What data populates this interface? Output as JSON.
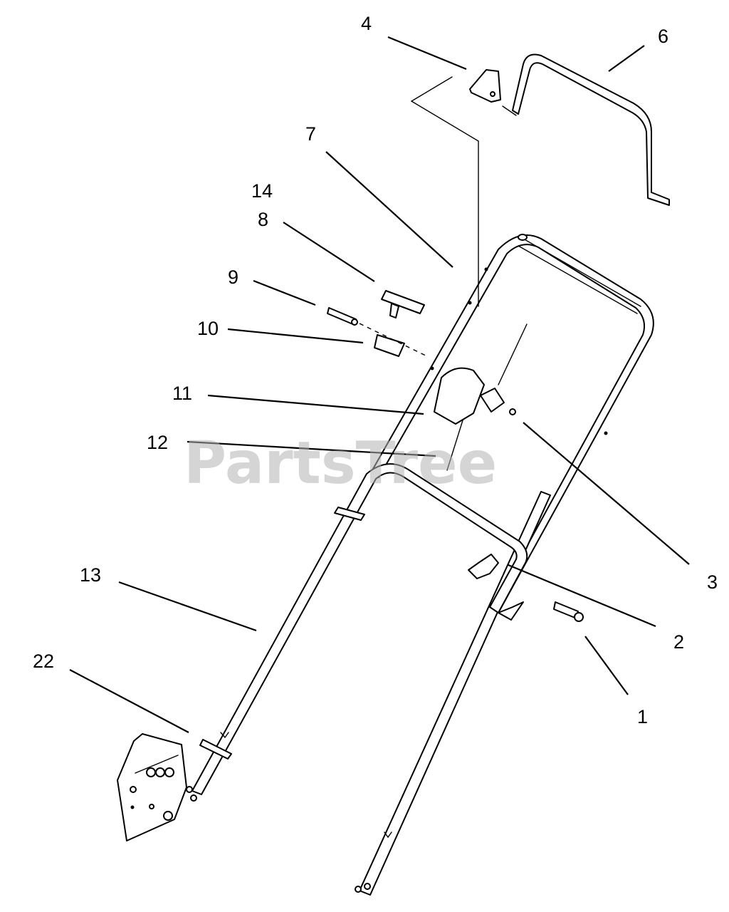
{
  "watermark": "PartsTree",
  "callouts": [
    {
      "id": "c4",
      "label": "4"
    },
    {
      "id": "c6",
      "label": "6"
    },
    {
      "id": "c7",
      "label": "7"
    },
    {
      "id": "c14",
      "label": "14"
    },
    {
      "id": "c8",
      "label": "8"
    },
    {
      "id": "c9",
      "label": "9"
    },
    {
      "id": "c10",
      "label": "10"
    },
    {
      "id": "c11",
      "label": "11"
    },
    {
      "id": "c12",
      "label": "12"
    },
    {
      "id": "c3",
      "label": "3"
    },
    {
      "id": "c13",
      "label": "13"
    },
    {
      "id": "c2",
      "label": "2"
    },
    {
      "id": "c22",
      "label": "22"
    },
    {
      "id": "c1",
      "label": "1"
    }
  ]
}
